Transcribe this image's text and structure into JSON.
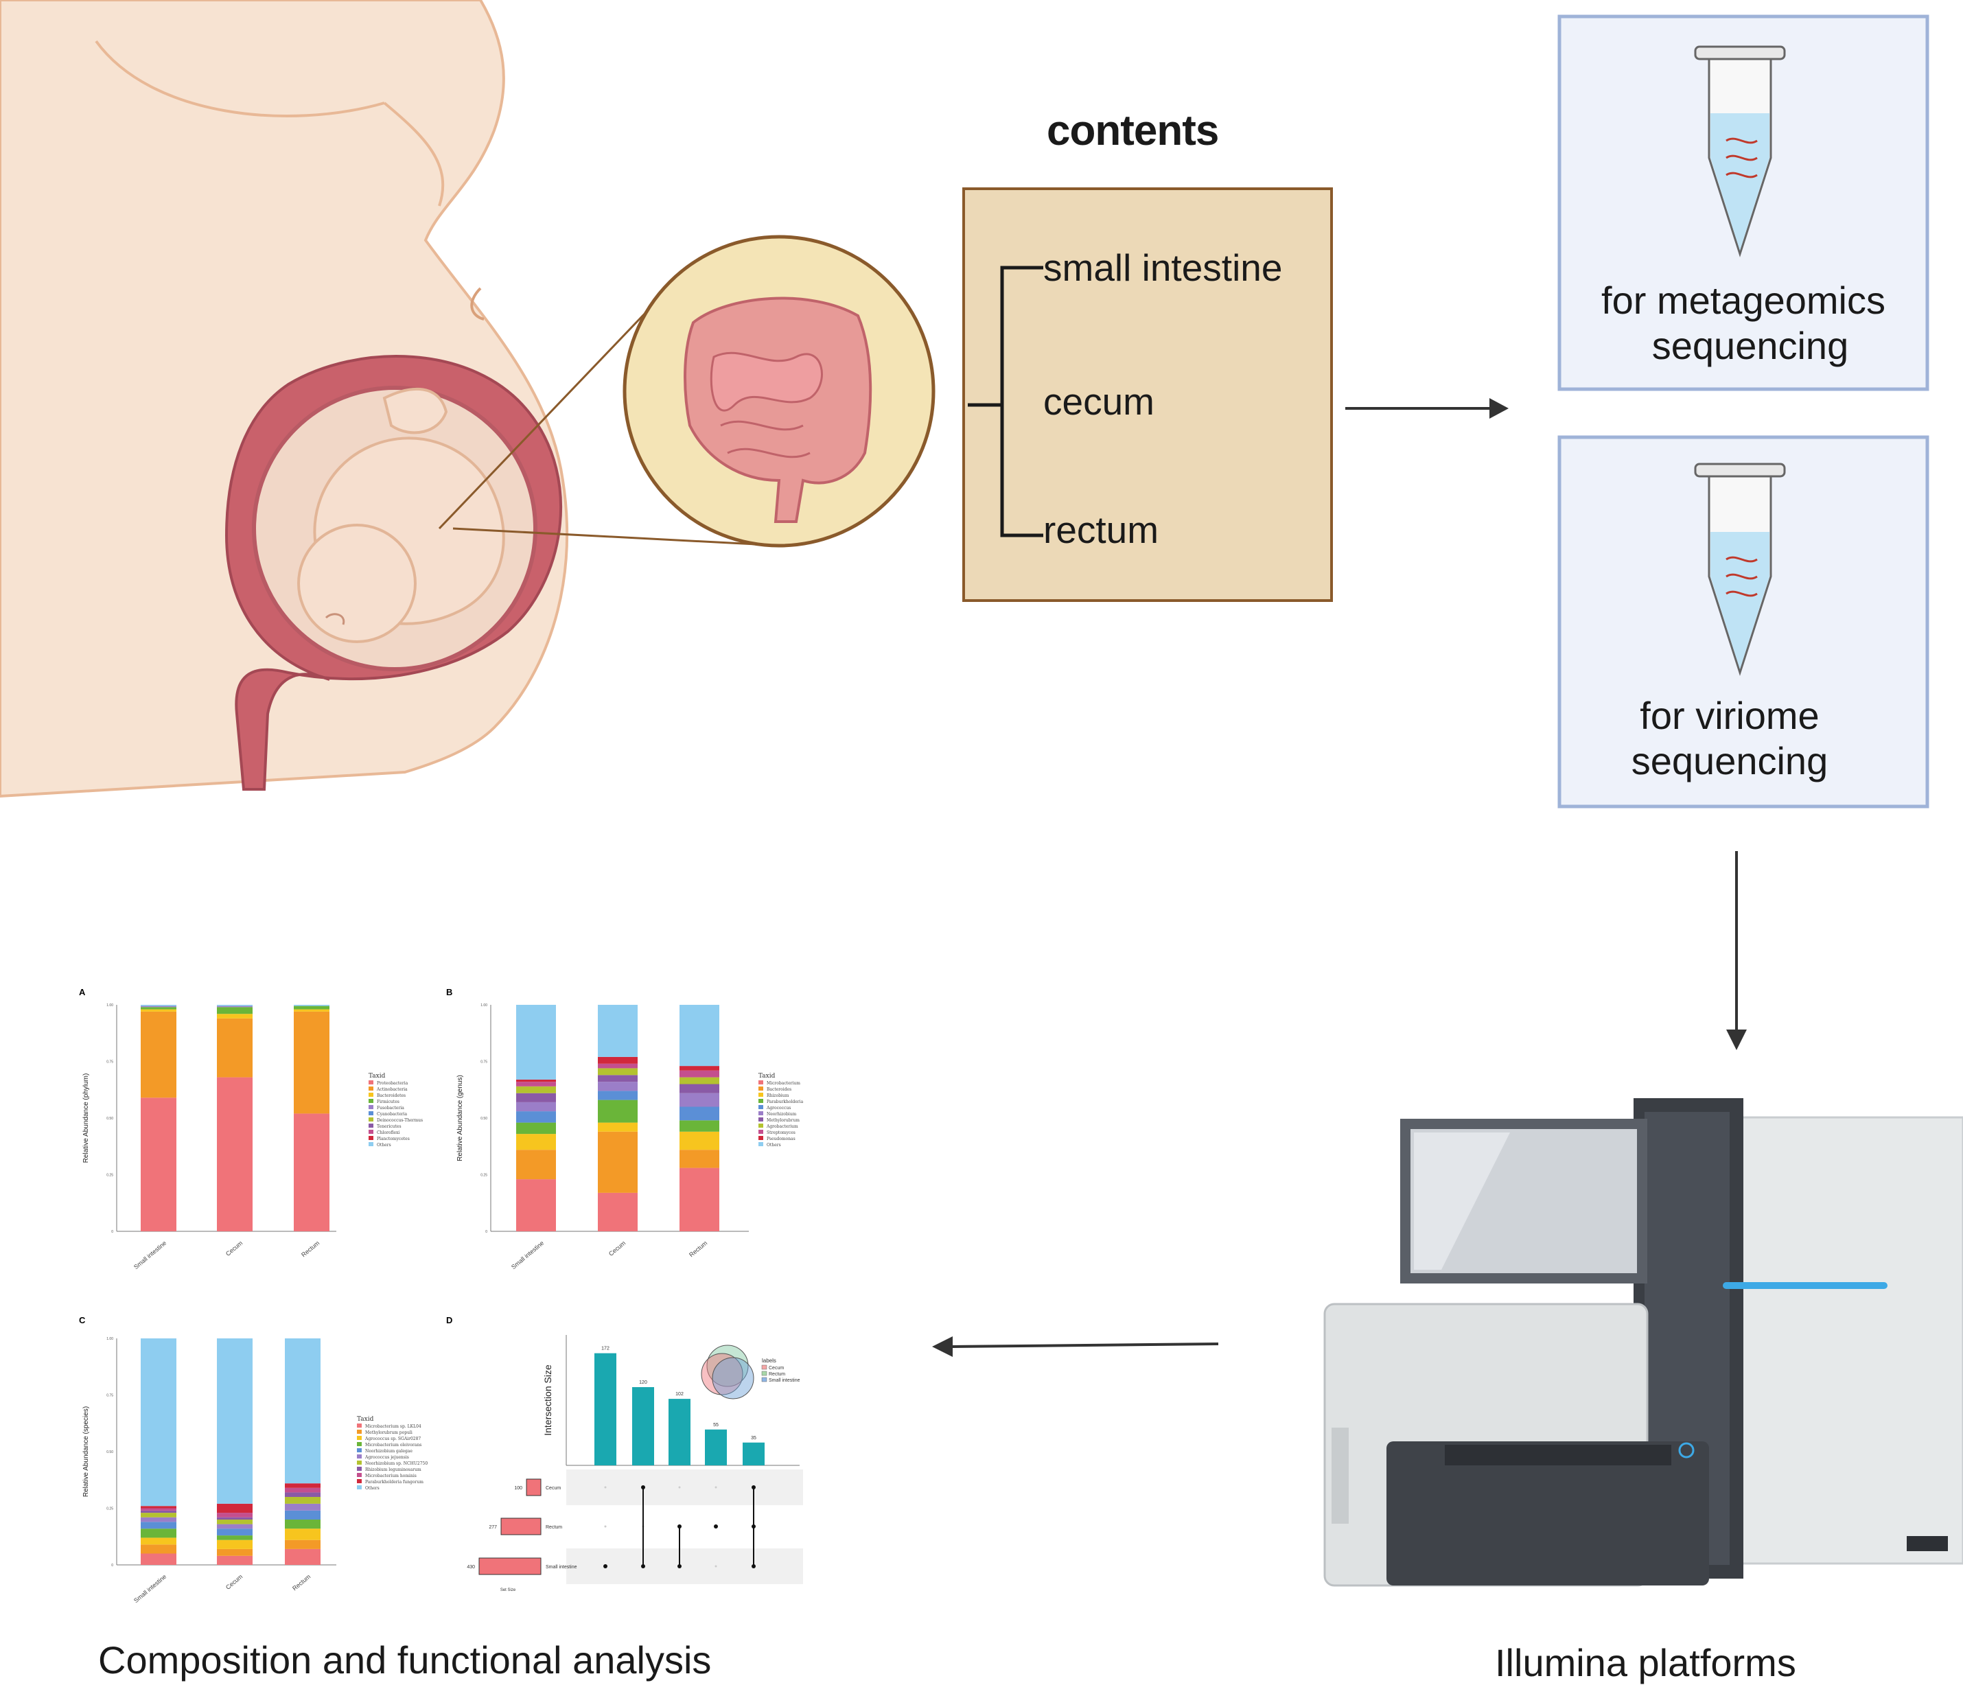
{
  "contents": {
    "title": "contents",
    "items": [
      "small intestine",
      "cecum",
      "rectum"
    ]
  },
  "sequencing": {
    "metagenomics": [
      "for metageomics",
      "sequencing"
    ],
    "virome": [
      "for viriome",
      "sequencing"
    ]
  },
  "captions": {
    "platform": "Illumina platforms",
    "analysis": "Composition and functional analysis"
  },
  "colors": {
    "box_fill": "#ecd9b7",
    "box_border": "#8a5a2b",
    "panel_fill": "#eef2fa",
    "panel_border": "#9fb3d8",
    "skin": "#f7e3d2",
    "skin_line": "#e8b896",
    "uterus": "#c9616b",
    "teal": "#1aa8b0",
    "pink_bar": "#f07379",
    "sky": "#8ecdf0"
  },
  "chart_data": [
    {
      "panel": "A",
      "type": "bar",
      "ylabel": "Relative Abundance (phylum)",
      "categories": [
        "Small intestine",
        "Cecum",
        "Rectum"
      ],
      "legend_title": "Taxid",
      "legend": [
        "Proteobacteria",
        "Actinobacteria",
        "Bacteroidetes",
        "Firmicutes",
        "Fusobacteria",
        "Cyanobacteria",
        "Deinococcus-Thermus",
        "Tenericutes",
        "Chloroflexi",
        "Planctomycetes",
        "Others"
      ],
      "colors": [
        "#f07379",
        "#f39a27",
        "#f7c51e",
        "#6ab539",
        "#9b7ec8",
        "#5b8fd6",
        "#b4c22f",
        "#8a5aa6",
        "#c44f8e",
        "#d1283b",
        "#8ecdf0"
      ],
      "ylim": [
        0,
        1
      ],
      "ticks": [
        "0",
        "0.25",
        "0.50",
        "0.75",
        "1.00"
      ],
      "series": [
        {
          "category": "Small intestine",
          "values": [
            0.59,
            0.38,
            0.01,
            0.01,
            0.005,
            0.0,
            0.0,
            0.0,
            0.0,
            0.0,
            0.005
          ]
        },
        {
          "category": "Cecum",
          "values": [
            0.68,
            0.26,
            0.02,
            0.03,
            0.005,
            0.0,
            0.0,
            0.0,
            0.0,
            0.0,
            0.005
          ]
        },
        {
          "category": "Rectum",
          "values": [
            0.52,
            0.45,
            0.01,
            0.015,
            0.0,
            0.0,
            0.0,
            0.0,
            0.0,
            0.0,
            0.005
          ]
        }
      ]
    },
    {
      "panel": "B",
      "type": "bar",
      "ylabel": "Relative Abundance (genus)",
      "categories": [
        "Small intestine",
        "Cecum",
        "Rectum"
      ],
      "legend_title": "Taxid",
      "legend": [
        "Microbacterium",
        "Bacteroides",
        "Rhizobium",
        "Paraburkholderia",
        "Agrococcus",
        "Neorhizobium",
        "Methylorubrum",
        "Agrobacterium",
        "Streptomyces",
        "Pseudomonas",
        "Others"
      ],
      "colors": [
        "#f07379",
        "#f39a27",
        "#f7c51e",
        "#6ab539",
        "#5b8fd6",
        "#9b7ec8",
        "#8a5aa6",
        "#b4c22f",
        "#c44f8e",
        "#d1283b",
        "#8ecdf0"
      ],
      "ylim": [
        0,
        1
      ],
      "ticks": [
        "0",
        "0.25",
        "0.50",
        "0.75",
        "1.00"
      ],
      "series": [
        {
          "category": "Small intestine",
          "values": [
            0.23,
            0.13,
            0.07,
            0.05,
            0.05,
            0.04,
            0.04,
            0.03,
            0.02,
            0.01,
            0.33
          ]
        },
        {
          "category": "Cecum",
          "values": [
            0.17,
            0.27,
            0.04,
            0.1,
            0.04,
            0.04,
            0.03,
            0.03,
            0.02,
            0.03,
            0.23
          ]
        },
        {
          "category": "Rectum",
          "values": [
            0.28,
            0.08,
            0.08,
            0.05,
            0.06,
            0.06,
            0.04,
            0.03,
            0.03,
            0.02,
            0.27
          ]
        }
      ]
    },
    {
      "panel": "C",
      "type": "bar",
      "ylabel": "Relative Abundance (species)",
      "categories": [
        "Small intestine",
        "Cecum",
        "Rectum"
      ],
      "legend_title": "Taxid",
      "legend": [
        "Microbacterium sp. LKL04",
        "Methylorubrum populi",
        "Agrococcus sp. SGAir0287",
        "Microbacterium oleivorans",
        "Neorhizobium galegae",
        "Agrococcus jejuensis",
        "Neorhizobium sp. NCHU2750",
        "Rhizobium leguminosarum",
        "Microbacterium hominis",
        "Paraburkholderia fungorum",
        "Others"
      ],
      "colors": [
        "#f07379",
        "#f39a27",
        "#f7c51e",
        "#6ab539",
        "#5b8fd6",
        "#9b7ec8",
        "#b4c22f",
        "#8a5aa6",
        "#c44f8e",
        "#d1283b",
        "#8ecdf0"
      ],
      "ylim": [
        0,
        1
      ],
      "ticks": [
        "0",
        "0.25",
        "0.50",
        "0.75",
        "1.00"
      ],
      "series": [
        {
          "category": "Small intestine",
          "values": [
            0.05,
            0.04,
            0.03,
            0.04,
            0.03,
            0.02,
            0.02,
            0.01,
            0.01,
            0.01,
            0.74
          ]
        },
        {
          "category": "Cecum",
          "values": [
            0.04,
            0.03,
            0.04,
            0.02,
            0.03,
            0.02,
            0.02,
            0.01,
            0.02,
            0.04,
            0.73
          ]
        },
        {
          "category": "Rectum",
          "values": [
            0.07,
            0.04,
            0.05,
            0.04,
            0.04,
            0.03,
            0.03,
            0.02,
            0.02,
            0.02,
            0.64
          ]
        }
      ]
    },
    {
      "panel": "D",
      "type": "bar",
      "ylabel": "Intersection Size",
      "xlabel": "Set Size",
      "intersections": [
        172,
        120,
        102,
        55,
        35
      ],
      "sets": [
        {
          "name": "Cecum",
          "size": 100
        },
        {
          "name": "Rectum",
          "size": 277
        },
        {
          "name": "Small intestine",
          "size": 430
        }
      ],
      "matrix": [
        [
          2
        ],
        [
          0,
          2
        ],
        [
          1,
          2
        ],
        [
          1
        ],
        [
          0,
          1,
          2
        ]
      ],
      "legend_title": "labels",
      "legend": [
        "Cecum",
        "Rectum",
        "Small intestine"
      ]
    }
  ]
}
